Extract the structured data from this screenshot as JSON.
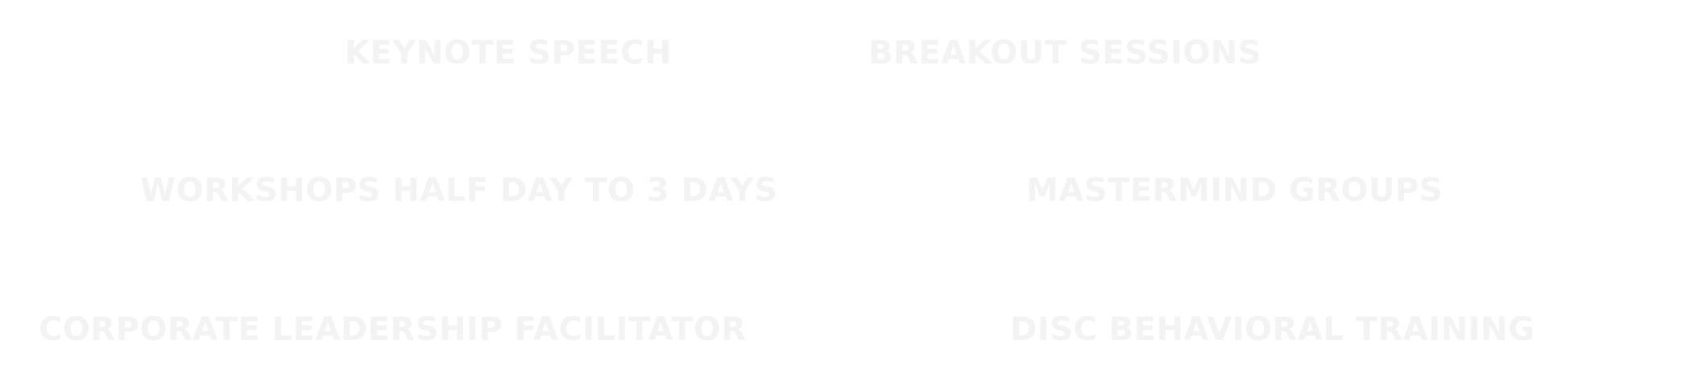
{
  "colors": {
    "background": "#ffffff",
    "text": "#f3f3f3"
  },
  "services": [
    "KEYNOTE SPEECH",
    "BREAKOUT SESSIONS",
    "WORKSHOPS HALF DAY TO 3 DAYS",
    "MASTERMIND GROUPS",
    "CORPORATE LEADERSHIP FACILITATOR",
    "DISC BEHAVIORAL TRAINING"
  ]
}
